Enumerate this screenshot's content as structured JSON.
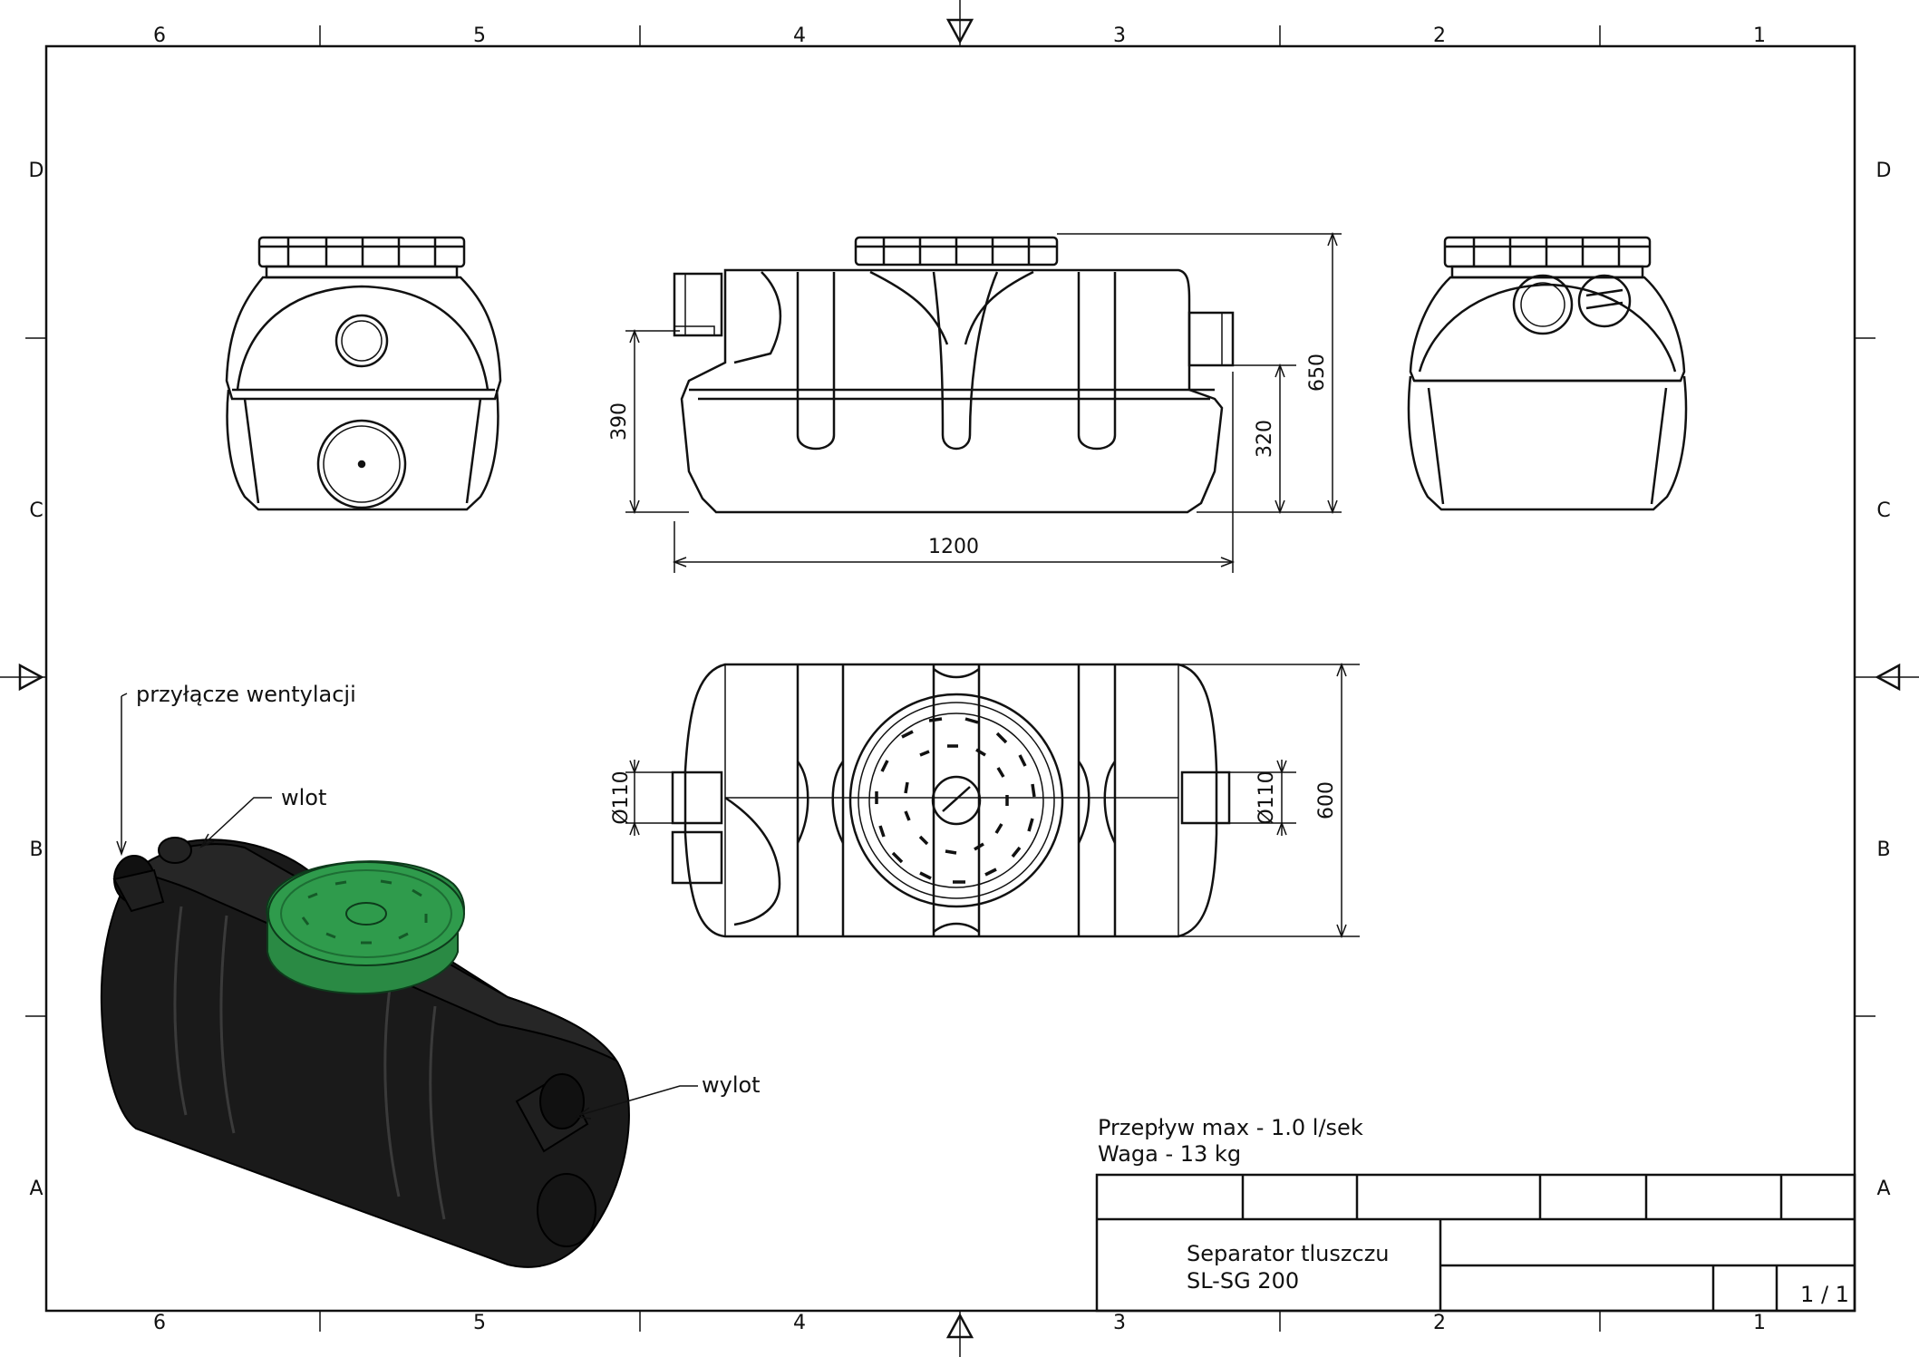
{
  "zones": {
    "columns": [
      "6",
      "5",
      "4",
      "3",
      "2",
      "1"
    ],
    "rows": [
      "D",
      "C",
      "B",
      "A"
    ]
  },
  "dimensions": {
    "side_height_390": "390",
    "side_height_320": "320",
    "side_height_650": "650",
    "side_length": "1200",
    "top_pipe_in": "Ø110",
    "top_pipe_out": "Ø110",
    "top_width": "600"
  },
  "callouts": {
    "vent": "przyłącze wentylacji",
    "inlet": "wlot",
    "outlet": "wylot"
  },
  "specs": {
    "flow": "Przepływ max - 1.0 l/sek",
    "weight": "Waga - 13 kg"
  },
  "title_block": {
    "title_line1": "Separator tluszczu",
    "title_line2": "SL-SG 200",
    "sheet": "1 / 1"
  },
  "colors": {
    "lid_green": "#2f9b4c",
    "tank_black": "#1a1a1a"
  }
}
